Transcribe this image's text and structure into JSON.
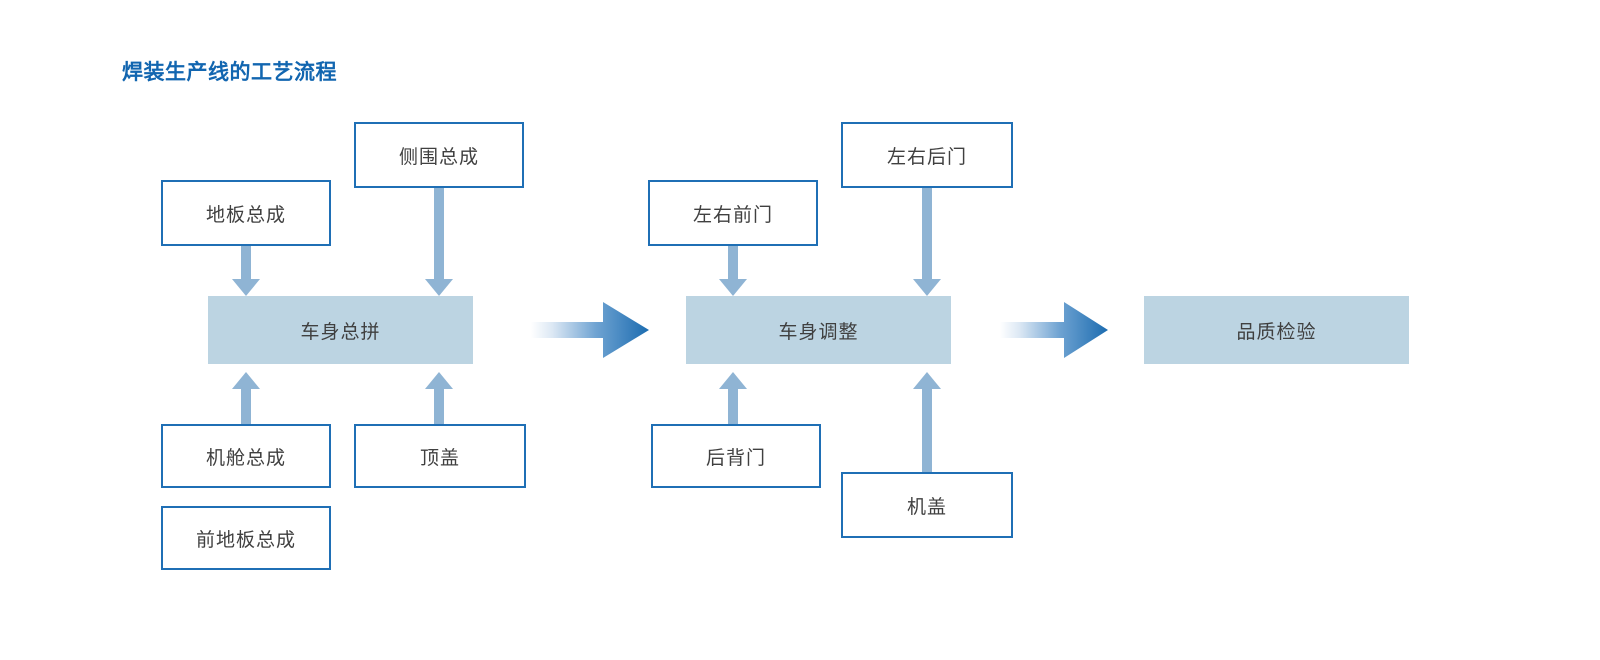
{
  "title": "焊装生产线的工艺流程",
  "colors": {
    "title": "#1266B0",
    "box_border": "#1F6FB5",
    "box_fill": "#FFFFFF",
    "process_fill": "#BCD4E2",
    "text": "#404040",
    "arrow": "#8FB4D4",
    "connector_start": "#FFFFFF",
    "connector_end": "#1C6CB0"
  },
  "stages": [
    {
      "id": "stage-1",
      "process": {
        "label": "车身总拼"
      },
      "inputs_top": [
        {
          "label": "地板总成"
        },
        {
          "label": "侧围总成"
        }
      ],
      "inputs_bottom": [
        {
          "label": "机舱总成"
        },
        {
          "label": "顶盖"
        }
      ],
      "extras": [
        {
          "label": "前地板总成"
        }
      ]
    },
    {
      "id": "stage-2",
      "process": {
        "label": "车身调整"
      },
      "inputs_top": [
        {
          "label": "左右前门"
        },
        {
          "label": "左右后门"
        }
      ],
      "inputs_bottom": [
        {
          "label": "后背门"
        },
        {
          "label": "机盖"
        }
      ],
      "extras": []
    },
    {
      "id": "stage-3",
      "process": {
        "label": "品质检验"
      },
      "inputs_top": [],
      "inputs_bottom": [],
      "extras": []
    }
  ],
  "nodes": {
    "floor_assembly": "地板总成",
    "side_panel_assembly": "侧围总成",
    "body_framing": "车身总拼",
    "engine_bay_assembly": "机舱总成",
    "roof_cover": "顶盖",
    "front_floor_assembly": "前地板总成",
    "front_doors": "左右前门",
    "rear_doors": "左右后门",
    "body_adjustment": "车身调整",
    "tailgate": "后背门",
    "hood": "机盖",
    "quality_inspection": "品质检验"
  }
}
